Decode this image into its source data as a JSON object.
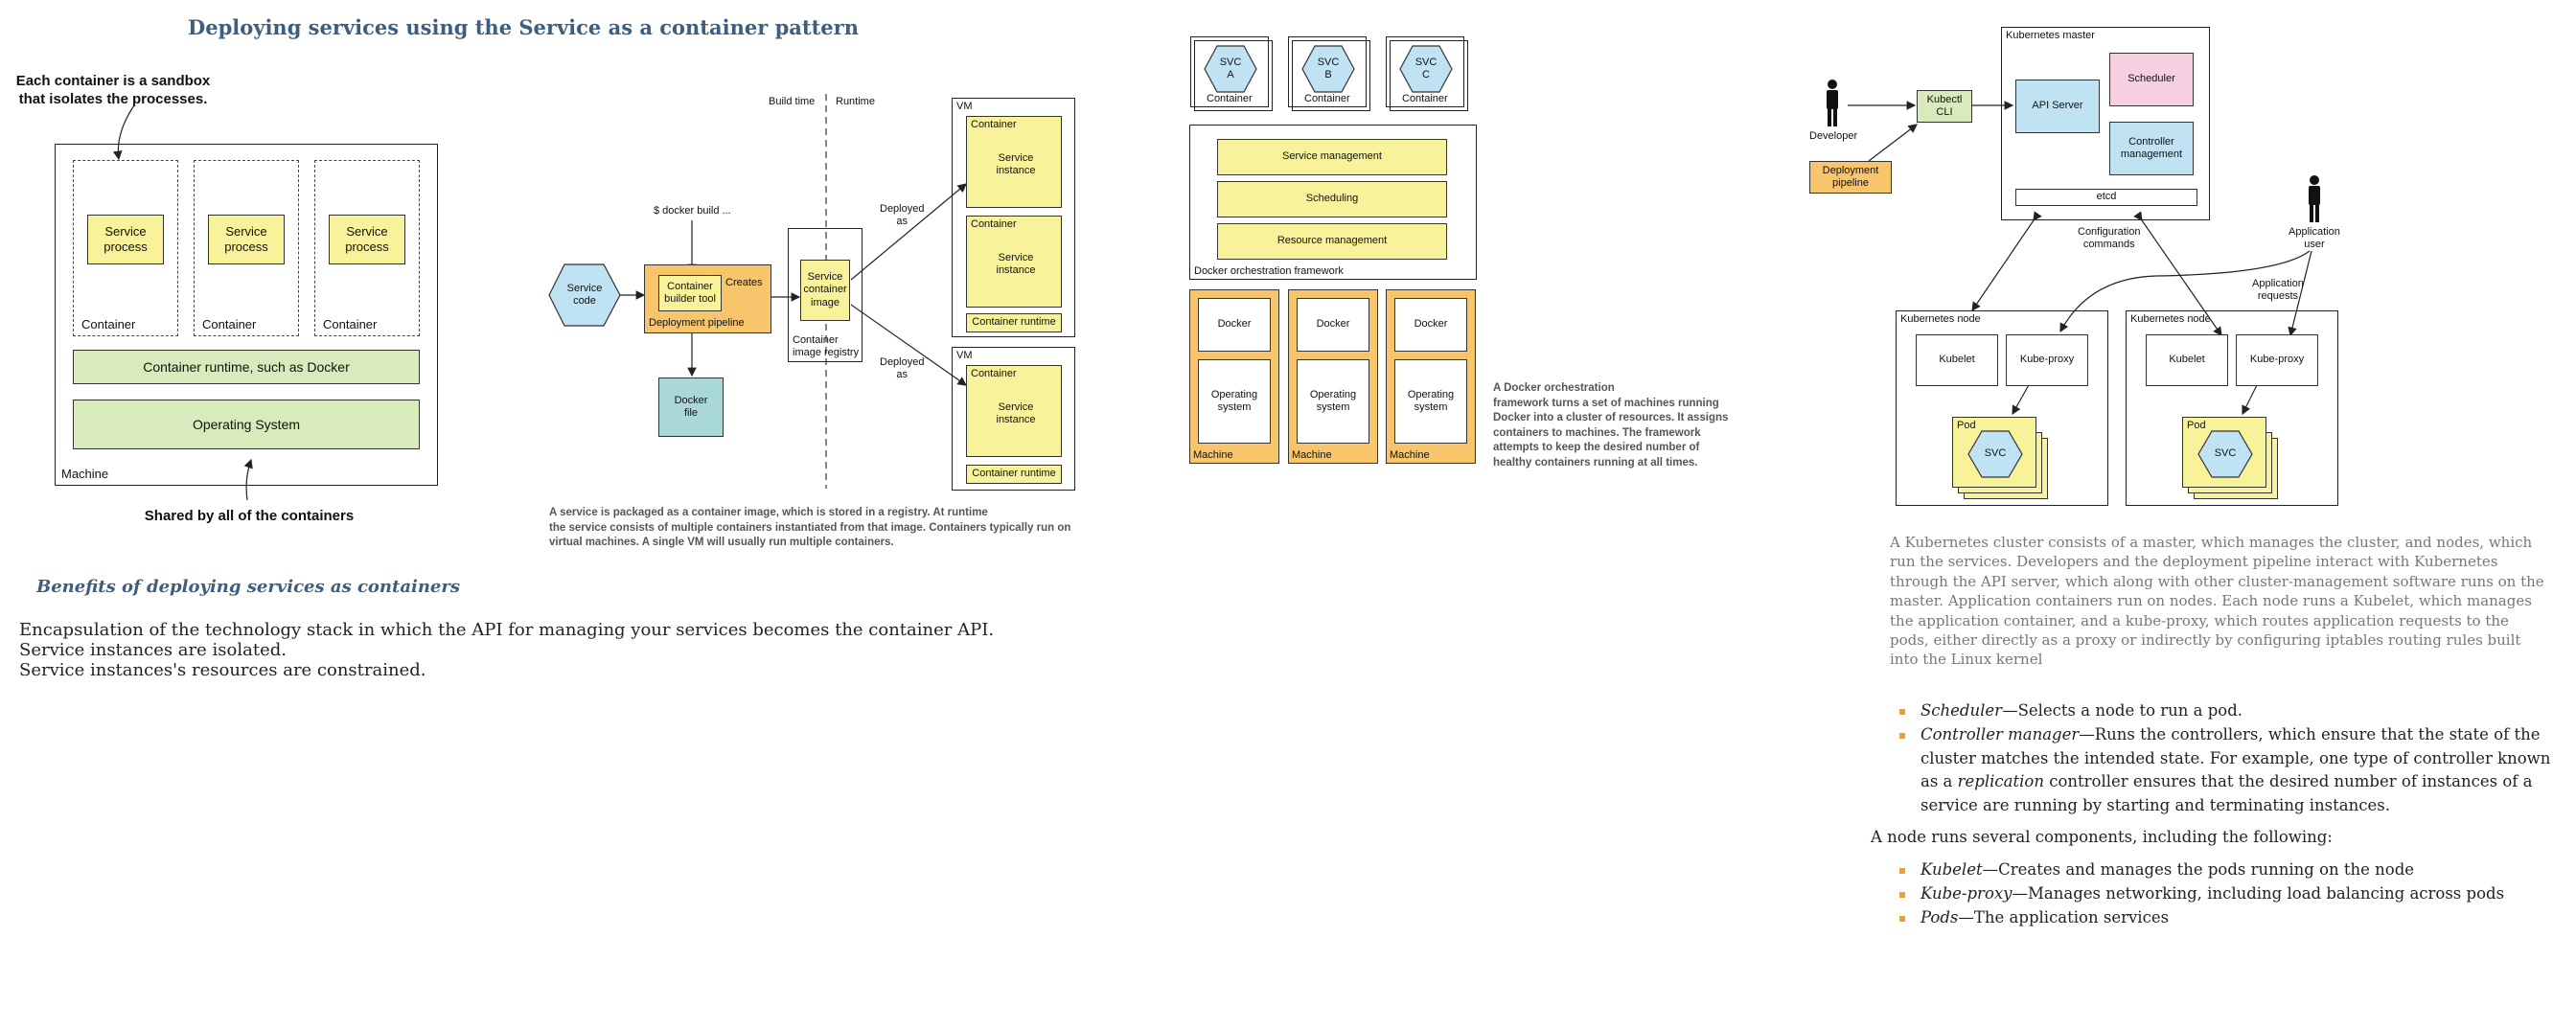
{
  "page_title": "Deploying services using the Service as a container pattern",
  "left_diagram": {
    "top_note": "Each container is a sandbox\nthat isolates the processes.",
    "containers": [
      {
        "process": "Service\nprocess",
        "label": "Container"
      },
      {
        "process": "Service\nprocess",
        "label": "Container"
      },
      {
        "process": "Service\nprocess",
        "label": "Container"
      }
    ],
    "runtime": "Container runtime, such as Docker",
    "os": "Operating System",
    "machine": "Machine",
    "bottom_note": "Shared by all of the containers"
  },
  "build_diagram": {
    "build_time": "Build time",
    "runtime": "Runtime",
    "service_code": "Service\ncode",
    "docker_build": "$ docker build ...",
    "builder_tool": "Container\nbuilder tool",
    "creates": "Creates",
    "deployment_pipeline": "Deployment pipeline",
    "docker_file": "Docker\nfile",
    "container_image": "Service\ncontainer\nimage",
    "registry": "Container\nimage registry",
    "deployed_as_1": "Deployed\nas",
    "deployed_as_2": "Deployed\nas",
    "vm_top": {
      "label": "VM",
      "containers": [
        {
          "label": "Container",
          "instance": "Service\ninstance"
        },
        {
          "label": "Container",
          "instance": "Service\ninstance"
        }
      ],
      "runtime": "Container runtime"
    },
    "vm_bottom": {
      "label": "VM",
      "containers": [
        {
          "label": "Container",
          "instance": "Service\ninstance"
        }
      ],
      "runtime": "Container runtime"
    },
    "caption": "A service is packaged as a container image, which is stored in a registry. At runtime\nthe service consists of multiple containers instantiated from that image. Containers typically run on\nvirtual machines. A single VM will usually run multiple containers."
  },
  "benefits": {
    "heading": "Benefits of deploying services as containers",
    "items": [
      "Encapsulation of the technology stack in which the API for managing your services becomes the container API.",
      "Service instances are isolated.",
      "Service instances's resources are constrained."
    ]
  },
  "orchestration_diagram": {
    "svcs": [
      {
        "name": "SVC\nA",
        "label": "Container"
      },
      {
        "name": "SVC\nB",
        "label": "Container"
      },
      {
        "name": "SVC\nC",
        "label": "Container"
      }
    ],
    "functions": [
      "Service management",
      "Scheduling",
      "Resource management"
    ],
    "framework_label": "Docker orchestration framework",
    "machines": [
      {
        "docker": "Docker",
        "os": "Operating\nsystem",
        "label": "Machine"
      },
      {
        "docker": "Docker",
        "os": "Operating\nsystem",
        "label": "Machine"
      },
      {
        "docker": "Docker",
        "os": "Operating\nsystem",
        "label": "Machine"
      }
    ],
    "caption": "A Docker orchestration\nframework turns a set of machines running\nDocker into a cluster of resources. It assigns\ncontainers to machines. The framework\nattempts to keep the desired number of\nhealthy containers running at all times."
  },
  "k8s_diagram": {
    "master_label": "Kubernetes master",
    "scheduler": "Scheduler",
    "api_server": "API Server",
    "controller": "Controller\nmanagement",
    "etcd": "etcd",
    "developer": "Developer",
    "kubectl": "Kubectl\nCLI",
    "pipeline": "Deployment\npipeline",
    "config_commands": "Configuration\ncommands",
    "app_user": "Application\nuser",
    "app_requests": "Application\nrequests",
    "nodes": [
      {
        "label": "Kubernetes node",
        "kubelet": "Kubelet",
        "kubeproxy": "Kube-proxy",
        "pod": "Pod",
        "svc": "SVC"
      },
      {
        "label": "Kubernetes node",
        "kubelet": "Kubelet",
        "kubeproxy": "Kube-proxy",
        "pod": "Pod",
        "svc": "SVC"
      }
    ]
  },
  "k8s_text": {
    "paragraph": "A Kubernetes cluster consists of a master, which manages the cluster, and nodes, which run the services. Developers and the deployment pipeline interact with Kubernetes through the API server, which along with other cluster-management software runs on the master. Application containers run on nodes. Each node runs a Kubelet, which manages the application container, and a kube-proxy, which routes application requests to the pods, either directly as a proxy or indirectly by configuring iptables routing rules built into the Linux kernel",
    "master_items": [
      {
        "term": "Scheduler",
        "text": "—Selects a node to run a pod."
      },
      {
        "term": "Controller manager",
        "text": "—Runs the controllers, which ensure that the state of the cluster matches the intended state. For example, one type of controller known as a ",
        "term2": "replication",
        "text2": " controller ensures that the desired number of instances of a service are running by starting and terminating instances."
      }
    ],
    "node_intro": "A node runs several components, including the following:",
    "node_items": [
      {
        "term": "Kubelet",
        "text": "—Creates and manages the pods running on the node"
      },
      {
        "term": "Kube-proxy",
        "text": "—Manages networking, including load balancing across pods"
      },
      {
        "term": "Pods",
        "text": "—The application services"
      }
    ]
  }
}
